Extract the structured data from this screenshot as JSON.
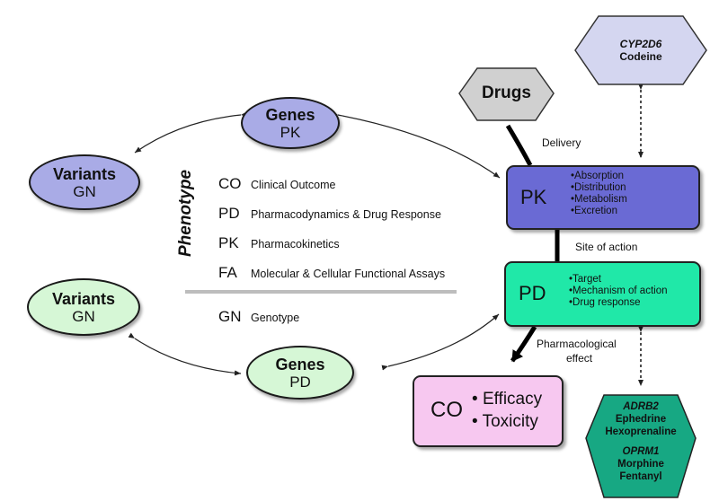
{
  "genes_pk": {
    "title": "Genes",
    "sub": "PK"
  },
  "variants_gn_top": {
    "title": "Variants",
    "sub": "GN"
  },
  "variants_gn_bottom": {
    "title": "Variants",
    "sub": "GN"
  },
  "genes_pd": {
    "title": "Genes",
    "sub": "PD"
  },
  "phenotype_label": "Phenotype",
  "legend": [
    {
      "abbr": "CO",
      "full": "Clinical Outcome"
    },
    {
      "abbr": "PD",
      "full": "Pharmacodynamics & Drug Response"
    },
    {
      "abbr": "PK",
      "full": "Pharmacokinetics"
    },
    {
      "abbr": "FA",
      "full": "Molecular & Cellular Functional Assays"
    }
  ],
  "genotype": {
    "abbr": "GN",
    "full": "Genotype"
  },
  "drugs_label": "Drugs",
  "cyp": {
    "gene": "CYP2D6",
    "drug": "Codeine"
  },
  "delivery_label": "Delivery",
  "pk_box": {
    "label": "PK",
    "items": [
      "Absorption",
      "Distribution",
      "Metabolism",
      "Excretion"
    ]
  },
  "site_of_action_label": "Site of action",
  "pd_box": {
    "label": "PD",
    "items": [
      "Target",
      "Mechanism of  action",
      "Drug response"
    ]
  },
  "pharm_effect_label_1": "Pharmacological",
  "pharm_effect_label_2": "effect",
  "co_box": {
    "label": "CO",
    "items": [
      "Efficacy",
      "Toxicity"
    ]
  },
  "adrb2": {
    "gene": "ADRB2",
    "drug1": "Ephedrine",
    "drug2": "Hexoprenaline"
  },
  "oprm1": {
    "gene": "OPRM1",
    "drug1": "Morphine",
    "drug2": "Fentanyl"
  },
  "colors": {
    "genes_pk_fill": "#a9abe6",
    "genes_pd_fill": "#d6f7d6",
    "pk_box": "#6a6ad4",
    "pd_box": "#20e8a8",
    "co_box": "#f7c8f0",
    "cyp_hex": "#d4d6f0",
    "drugs_hex": "#d0d0d0",
    "adrb2_hex": "#17a883"
  }
}
